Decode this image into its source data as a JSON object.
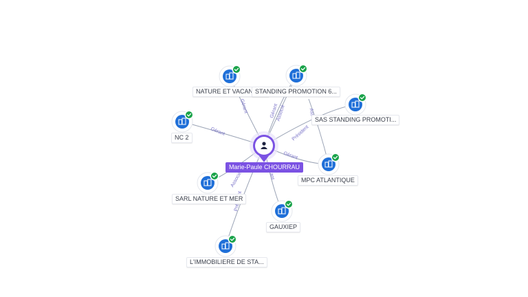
{
  "center": {
    "label": "Marie-Paule CHOURRAU",
    "icon": "person-icon",
    "color": "#7b52e3"
  },
  "nodes": [
    {
      "id": "nature",
      "label": "NATURE ET VACANCES",
      "icon": "building-icon",
      "verified": true
    },
    {
      "id": "standing6",
      "label": "STANDING PROMOTION 6...",
      "icon": "building-icon",
      "verified": true
    },
    {
      "id": "sasstanding",
      "label": "SAS STANDING PROMOTI...",
      "icon": "building-icon",
      "verified": true
    },
    {
      "id": "nc2",
      "label": "NC 2",
      "icon": "building-icon",
      "verified": true
    },
    {
      "id": "mpc",
      "label": "MPC ATLANTIQUE",
      "icon": "building-icon",
      "verified": true
    },
    {
      "id": "sarl",
      "label": "SARL NATURE ET MER",
      "icon": "building-icon",
      "verified": true
    },
    {
      "id": "gauxiep",
      "label": "GAUXIEP",
      "icon": "building-icon",
      "verified": true
    },
    {
      "id": "immobiliere",
      "label": "L'IMMOBILIERE DE STA...",
      "icon": "building-icon",
      "verified": true
    }
  ],
  "edges": [
    {
      "to": "nature",
      "label": "Gérant"
    },
    {
      "to": "standing6",
      "label": "Gérant"
    },
    {
      "to": "standing6",
      "label": "Associé"
    },
    {
      "to": "sasstanding",
      "label": "Président"
    },
    {
      "to": "nc2",
      "label": "Gérant"
    },
    {
      "to": "mpc",
      "label": "Gérant"
    },
    {
      "to": "mpc",
      "label": "Associé"
    },
    {
      "to": "sarl",
      "label": "Associé"
    },
    {
      "to": "gauxiep",
      "label": "Gérant"
    },
    {
      "to": "immobiliere",
      "label": "Président"
    }
  ],
  "colors": {
    "node": "#1f6fd8",
    "badge": "#1aa34a",
    "edge": "#9aa3b5",
    "edge_label": "#7b74c9",
    "center": "#7b52e3"
  }
}
